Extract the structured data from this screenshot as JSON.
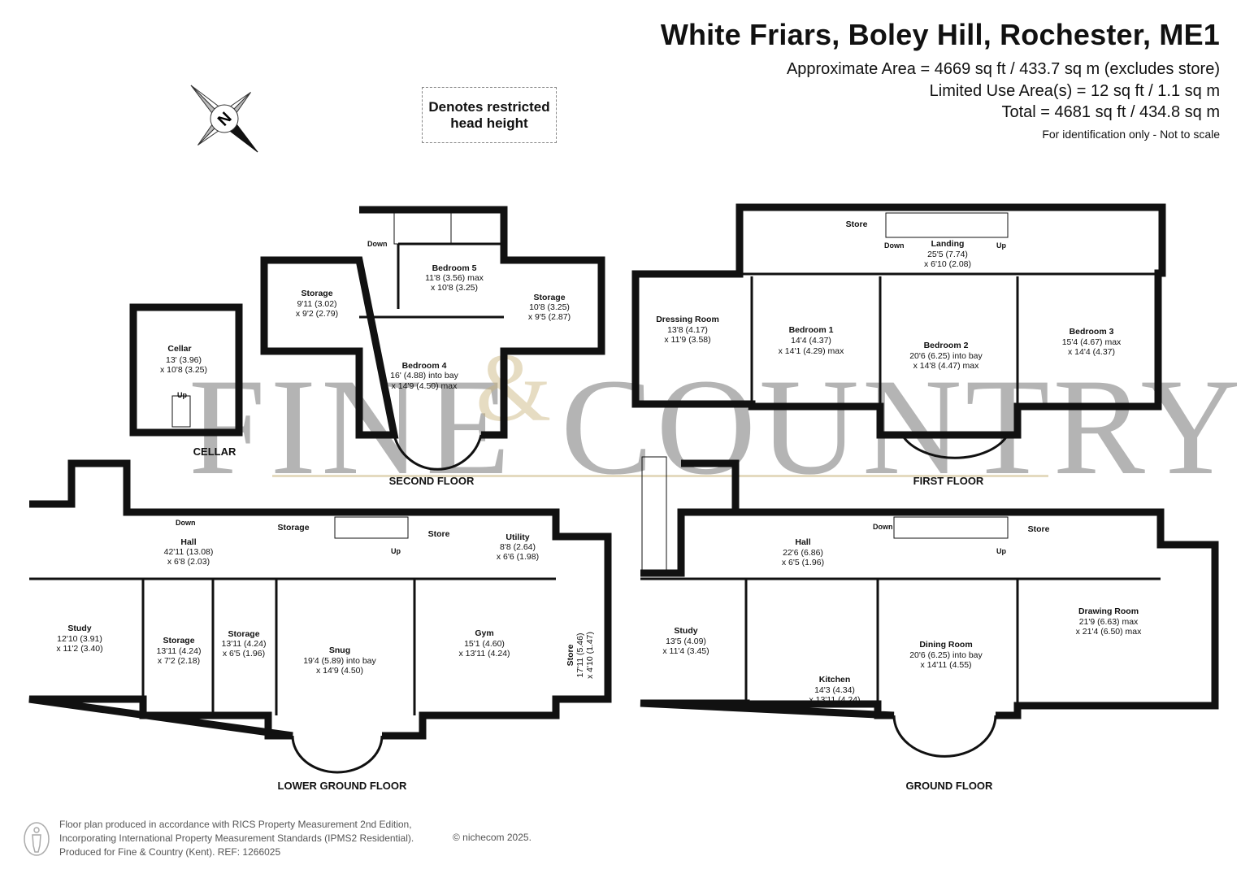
{
  "header": {
    "title": "White Friars, Boley Hill, Rochester, ME1",
    "approx_area": "Approximate Area = 4669 sq ft / 433.7 sq m (excludes store)",
    "limited_use": "Limited Use Area(s) = 12 sq ft / 1.1 sq m",
    "total": "Total = 4681 sq ft / 434.8 sq m",
    "note": "For identification only - Not to scale"
  },
  "legend": {
    "line1": "Denotes restricted",
    "line2": "head height"
  },
  "compass_letter": "N",
  "watermark": {
    "left": "FINE",
    "amp": "&",
    "right": "COUNTRY"
  },
  "floors": {
    "cellar": "CELLAR",
    "second": "SECOND FLOOR",
    "first": "FIRST FLOOR",
    "lower_ground": "LOWER GROUND FLOOR",
    "ground": "GROUND FLOOR"
  },
  "rooms": {
    "cellar": {
      "name": "Cellar",
      "d1": "13' (3.96)",
      "d2": "x 10'8 (3.25)"
    },
    "storage_2l": {
      "name": "Storage",
      "d1": "9'11 (3.02)",
      "d2": "x 9'2 (2.79)"
    },
    "bedroom5": {
      "name": "Bedroom 5",
      "d1": "11'8 (3.56) max",
      "d2": "x 10'8 (3.25)"
    },
    "storage_2r": {
      "name": "Storage",
      "d1": "10'8 (3.25)",
      "d2": "x 9'5 (2.87)"
    },
    "bedroom4": {
      "name": "Bedroom 4",
      "d1": "16' (4.88) into bay",
      "d2": "x 14'9 (4.50) max"
    },
    "dressing": {
      "name": "Dressing Room",
      "d1": "13'8 (4.17)",
      "d2": "x 11'9 (3.58)"
    },
    "bedroom1": {
      "name": "Bedroom 1",
      "d1": "14'4 (4.37)",
      "d2": "x 14'1 (4.29) max"
    },
    "bedroom2": {
      "name": "Bedroom 2",
      "d1": "20'6 (6.25) into bay",
      "d2": "x 14'8 (4.47) max"
    },
    "bedroom3": {
      "name": "Bedroom 3",
      "d1": "15'4 (4.67) max",
      "d2": "x 14'4 (4.37)"
    },
    "landing": {
      "name": "Landing",
      "d1": "25'5 (7.74)",
      "d2": "x 6'10 (2.08)"
    },
    "store_1": {
      "name": "Store"
    },
    "hall_lg": {
      "name": "Hall",
      "d1": "42'11 (13.08)",
      "d2": "x 6'8 (2.03)"
    },
    "storage_lg": {
      "name": "Storage"
    },
    "store_lg": {
      "name": "Store"
    },
    "utility": {
      "name": "Utility",
      "d1": "8'8 (2.64)",
      "d2": "x 6'6 (1.98)"
    },
    "study_lg": {
      "name": "Study",
      "d1": "12'10 (3.91)",
      "d2": "x 11'2 (3.40)"
    },
    "storage_a": {
      "name": "Storage",
      "d1": "13'11 (4.24)",
      "d2": "x 7'2 (2.18)"
    },
    "storage_b": {
      "name": "Storage",
      "d1": "13'11 (4.24)",
      "d2": "x 6'5 (1.96)"
    },
    "snug": {
      "name": "Snug",
      "d1": "19'4 (5.89) into bay",
      "d2": "x 14'9 (4.50)"
    },
    "gym": {
      "name": "Gym",
      "d1": "15'1 (4.60)",
      "d2": "x 13'11 (4.24)"
    },
    "store_side": {
      "name": "Store",
      "d1": "17'11 (5.46)",
      "d2": "x 4'10 (1.47)"
    },
    "hall_g": {
      "name": "Hall",
      "d1": "22'6 (6.86)",
      "d2": "x 6'5 (1.96)"
    },
    "store_g": {
      "name": "Store"
    },
    "study_g": {
      "name": "Study",
      "d1": "13'5 (4.09)",
      "d2": "x 11'4 (3.45)"
    },
    "kitchen": {
      "name": "Kitchen",
      "d1": "14'3 (4.34)",
      "d2": "x 13'11 (4.24)"
    },
    "dining": {
      "name": "Dining Room",
      "d1": "20'6 (6.25) into bay",
      "d2": "x 14'11 (4.55)"
    },
    "drawing": {
      "name": "Drawing Room",
      "d1": "21'9 (6.63) max",
      "d2": "x 21'4 (6.50) max"
    }
  },
  "stairs": {
    "up": "Up",
    "down": "Down"
  },
  "footer": {
    "line1": "Floor plan produced in accordance with RICS Property Measurement 2nd Edition,",
    "line2": "Incorporating International Property Measurement Standards (IPMS2 Residential).",
    "line3": "Produced for Fine & Country (Kent).   REF:  1266025",
    "copyright": "© nichecom 2025."
  }
}
